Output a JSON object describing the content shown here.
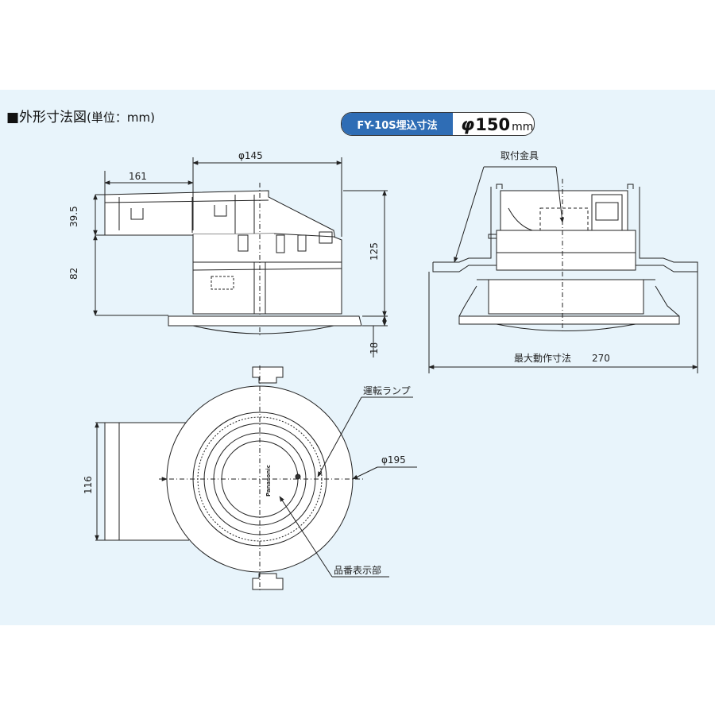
{
  "header": {
    "title": "■外形寸法図",
    "unit": "(単位：mm)"
  },
  "badge": {
    "model_label": "FY-10S埋込寸法",
    "phi": "φ",
    "size": "150",
    "unit": "mm"
  },
  "side_view": {
    "dim_width_left": "161",
    "dim_diameter_top": "φ145",
    "dim_height_upper": "39.5",
    "dim_height_lower": "82",
    "dim_height_total": "125",
    "dim_flange": "18"
  },
  "front_view": {
    "bracket_label": "取付金具",
    "max_width_label": "最大動作寸法",
    "max_width_value": "270"
  },
  "bottom_view": {
    "lamp_label": "運転ランプ",
    "diameter_label": "φ195",
    "depth_label": "116",
    "model_display_label": "品番表示部",
    "brand_text": "Panasonic"
  },
  "colors": {
    "panel_bg": "#e8f4fb",
    "badge_blue": "#2f6db5",
    "line": "#222222"
  }
}
